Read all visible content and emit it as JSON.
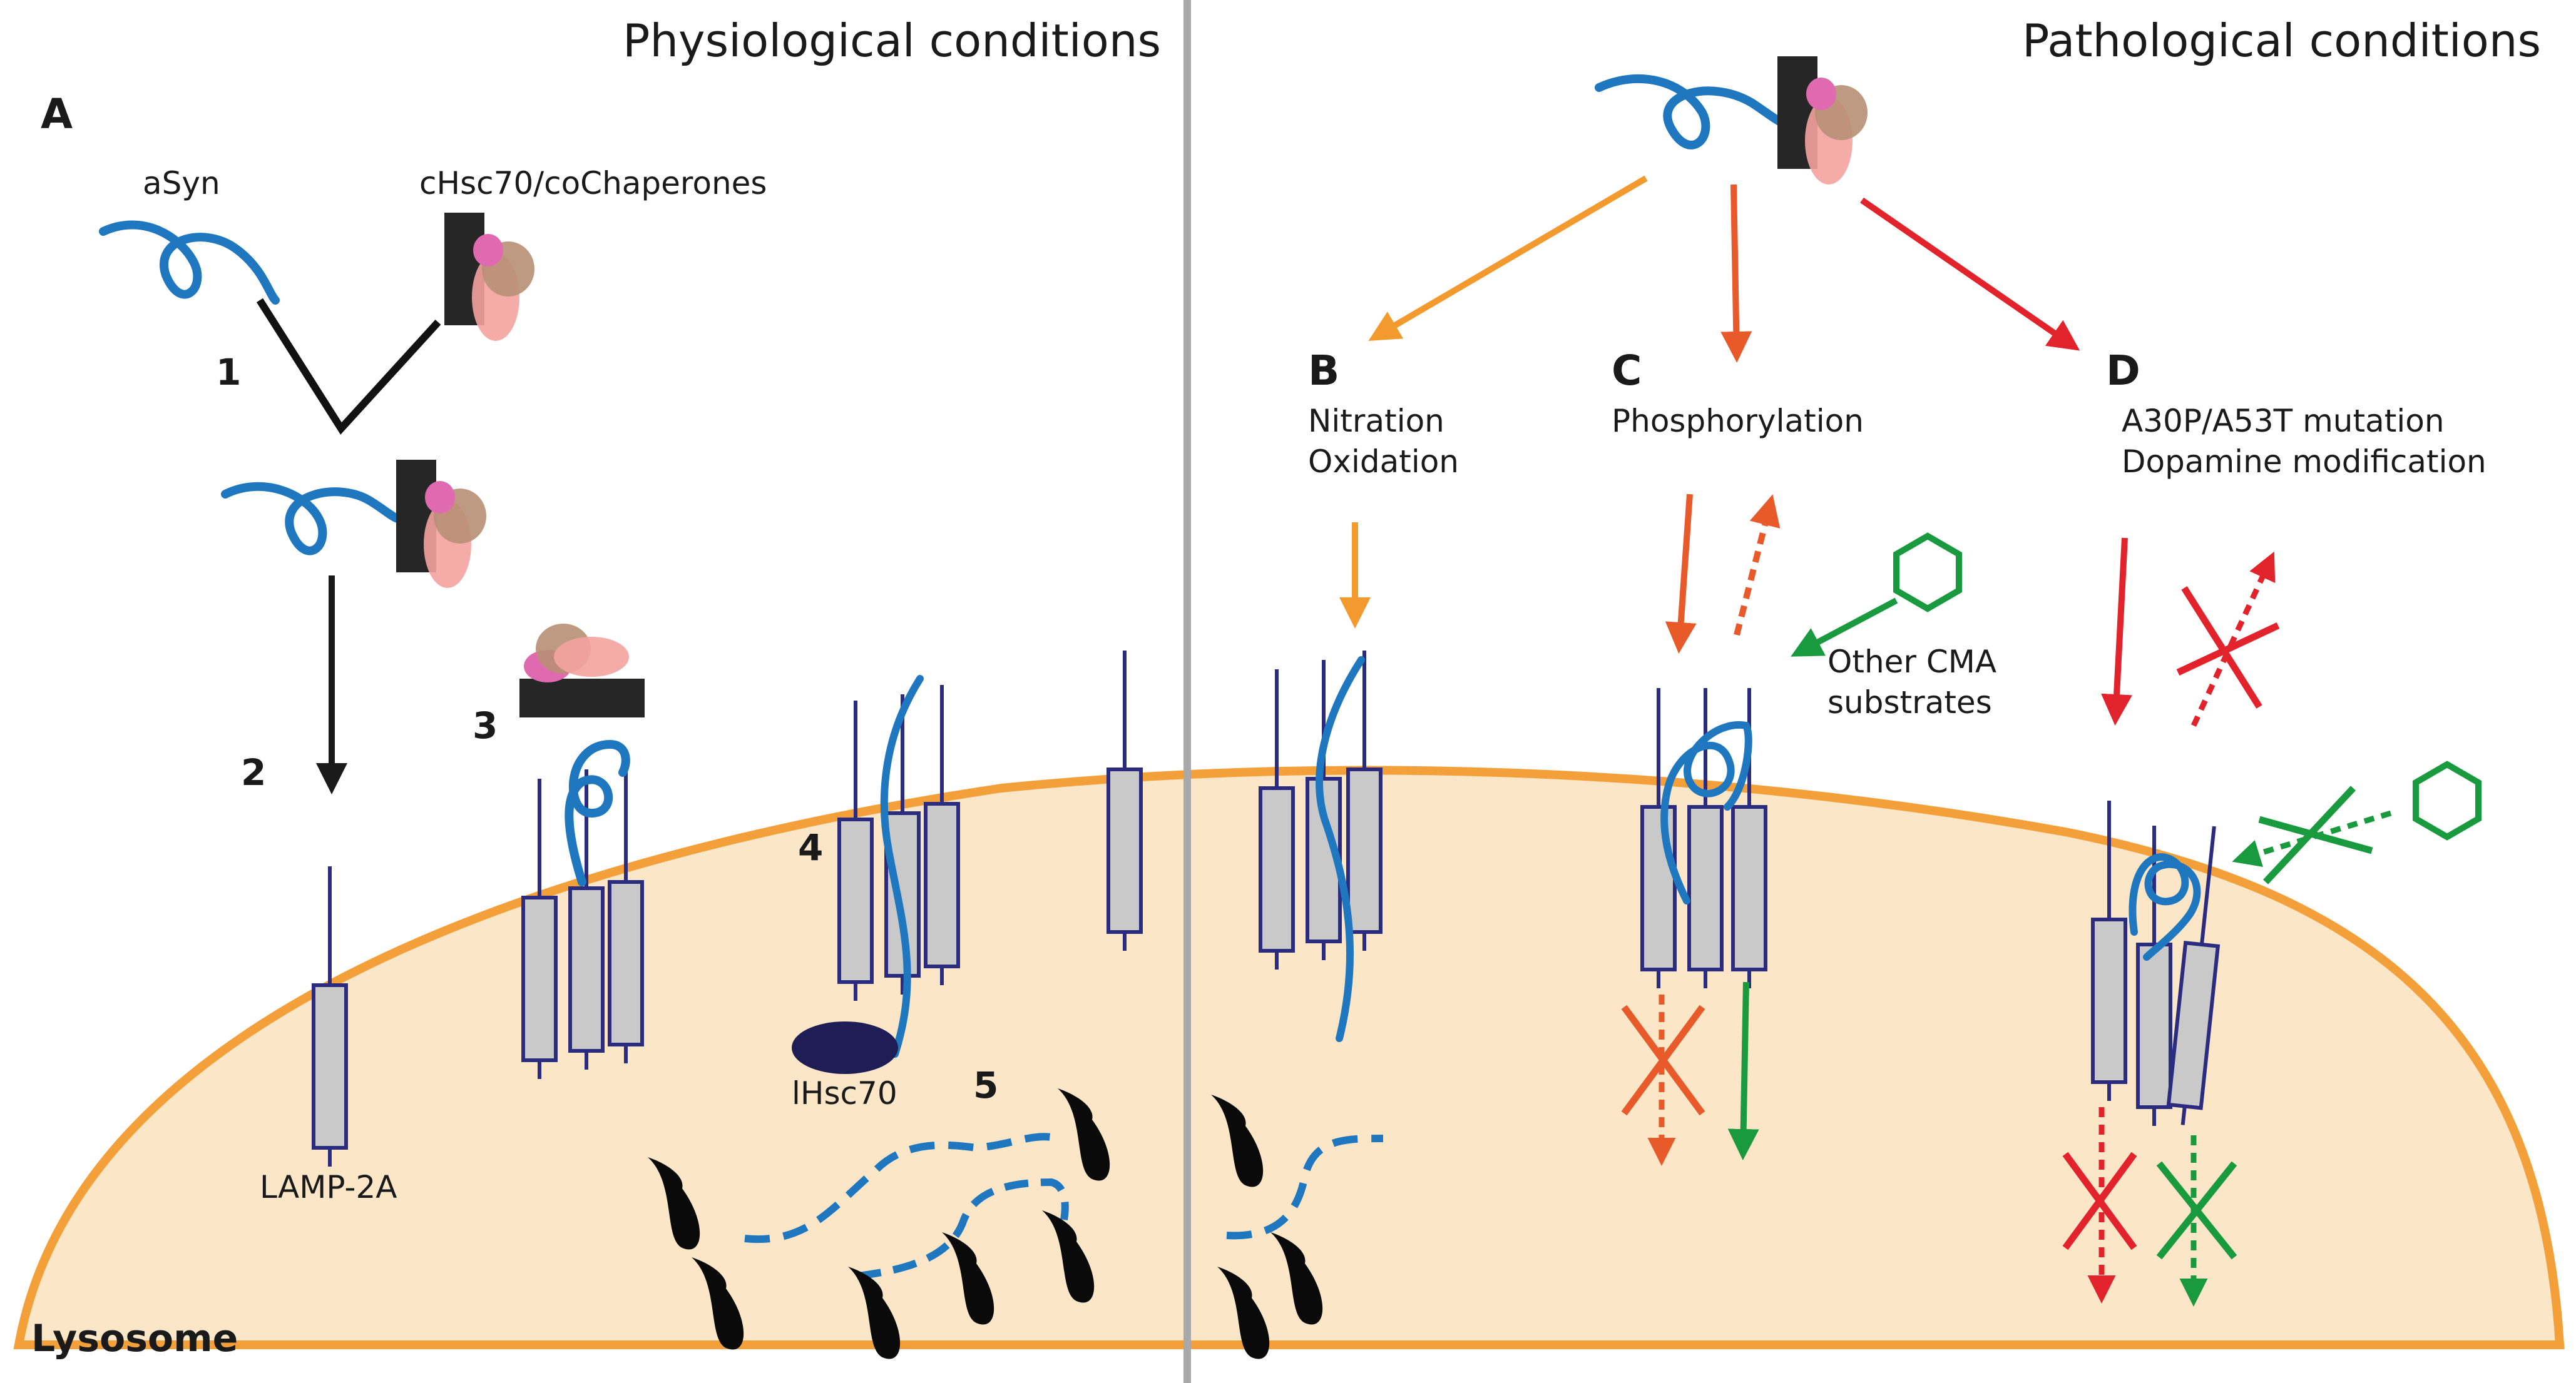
{
  "titles": {
    "physiological": "Physiological conditions",
    "pathological": "Pathological conditions"
  },
  "panels": {
    "A": "A",
    "B": "B",
    "C": "C",
    "D": "D"
  },
  "steps": [
    "1",
    "2",
    "3",
    "4",
    "5"
  ],
  "labels": {
    "asyn": "aSyn",
    "chsc70": "cHsc70/coChaperones",
    "lamp2a": "LAMP-2A",
    "lhsc70": "lHsc70",
    "lysosome": "Lysosome",
    "other_cma_1": "Other CMA",
    "other_cma_2": "substrates"
  },
  "conditions": {
    "B": [
      "Nitration",
      "Oxidation"
    ],
    "C": [
      "Phosphorylation"
    ],
    "D": [
      "A30P/A53T mutation",
      "Dopamine modification"
    ]
  },
  "colors": {
    "asyn": "#1f77bf",
    "lamp_fill": "#c9c9c9",
    "lamp_stroke": "#2b2b80",
    "lysosome_fill": "#fbe6c7",
    "lysosome_stroke": "#f3a03a",
    "orange": "#f29a2e",
    "red_orange": "#e85a2a",
    "red": "#e3232b",
    "green": "#1a9a3f",
    "divider": "#a9a9a9",
    "chaperone_black": "#262626",
    "chaperone_pink": "#e06ab0",
    "chaperone_brown": "#b88f76",
    "chaperone_salmon": "#f4a3a0",
    "lhsc70": "#1f1d55"
  }
}
